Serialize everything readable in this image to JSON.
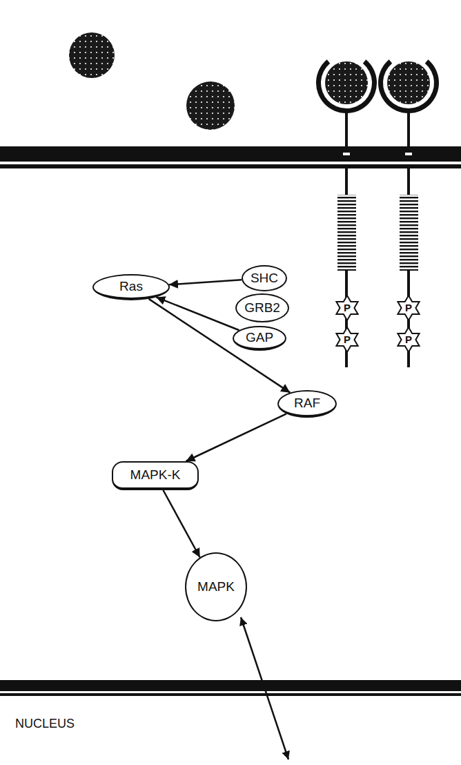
{
  "diagram": {
    "nodes": [
      {
        "text": [
          "SHC"
        ]
      },
      {
        "text": [
          "Ras"
        ]
      },
      {
        "text": [
          "GRB2"
        ]
      },
      {
        "text": [
          "P"
        ]
      },
      {
        "text": [
          "P"
        ]
      },
      {
        "text": [
          "GAP"
        ]
      },
      {
        "text": [
          "P"
        ]
      },
      {
        "text": [
          "P"
        ]
      },
      {
        "text": [
          "RAF"
        ]
      },
      {
        "text": [
          "MAPK-K"
        ]
      },
      {
        "text": [
          "MAPK"
        ]
      }
    ],
    "edges": [
      {
        "from": 0,
        "to": 1,
        "arrow": "to"
      },
      {
        "from": 5,
        "to": 1,
        "arrow": "to"
      },
      {
        "from": 1,
        "to": 8,
        "arrow": "to"
      },
      {
        "from": 8,
        "to": 9,
        "arrow": "to"
      },
      {
        "from": 9,
        "to": 10,
        "arrow": "to"
      }
    ],
    "labels": [
      "NUCLEUS"
    ]
  }
}
